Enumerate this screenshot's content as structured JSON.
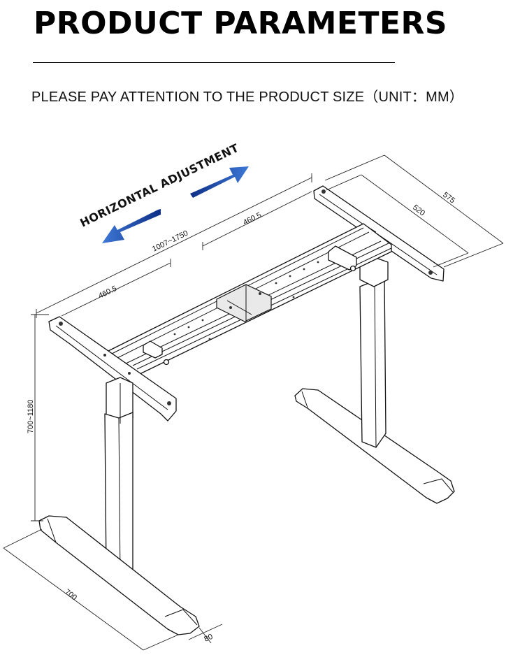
{
  "header": {
    "title": "PRODUCT PARAMETERS",
    "subtitle": "PLEASE PAY ATTENTION TO THE PRODUCT SIZE（UNIT：MM）"
  },
  "annotation": {
    "label": "HORIZONTAL ADJUSTMENT",
    "arrow_color": "#1f4fb0"
  },
  "dimensions": {
    "width_range": "1007~1750",
    "left_beam": "460.5",
    "right_beam": "460.5",
    "outer_depth": "575",
    "inner_depth": "520",
    "height_range": "700~1180",
    "foot_length": "700",
    "foot_width": "80"
  }
}
